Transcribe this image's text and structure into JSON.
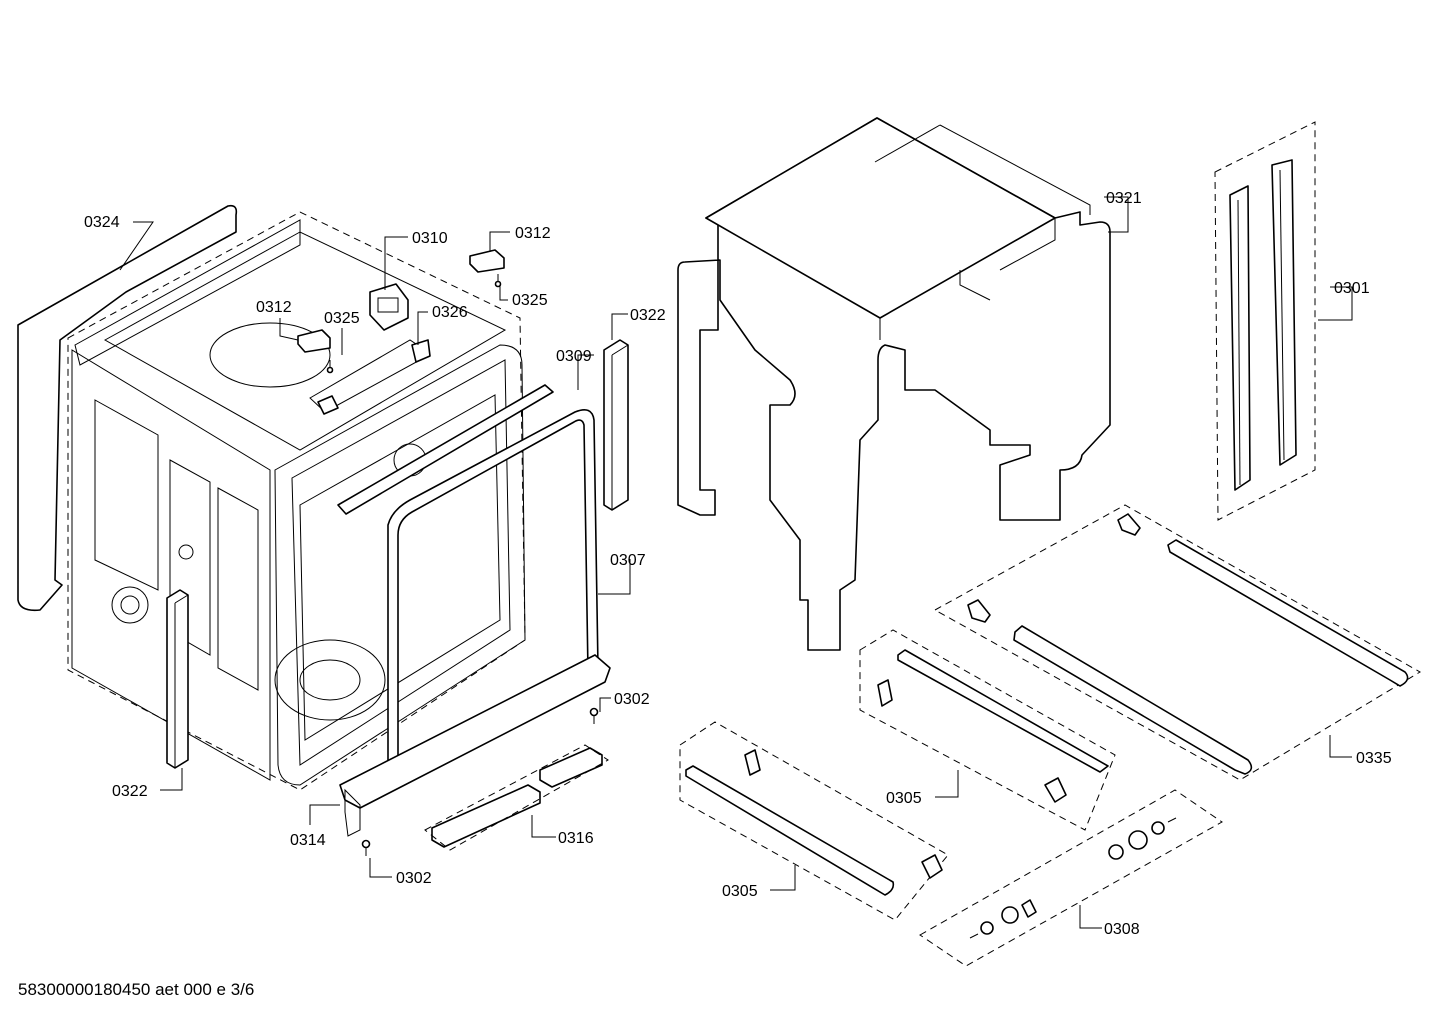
{
  "callouts": [
    {
      "id": "c0324a",
      "label": "0324"
    },
    {
      "id": "c0312a",
      "label": "0312"
    },
    {
      "id": "c0310",
      "label": "0310"
    },
    {
      "id": "c0325a",
      "label": "0325"
    },
    {
      "id": "c0312b",
      "label": "0312"
    },
    {
      "id": "c0325b",
      "label": "0325"
    },
    {
      "id": "c0326",
      "label": "0326"
    },
    {
      "id": "c0322a",
      "label": "0322"
    },
    {
      "id": "c0309",
      "label": "0309"
    },
    {
      "id": "c0307",
      "label": "0307"
    },
    {
      "id": "c0302a",
      "label": "0302"
    },
    {
      "id": "c0322b",
      "label": "0322"
    },
    {
      "id": "c0314",
      "label": "0314"
    },
    {
      "id": "c0316",
      "label": "0316"
    },
    {
      "id": "c0302b",
      "label": "0302"
    },
    {
      "id": "c0321",
      "label": "0321"
    },
    {
      "id": "c0301",
      "label": "0301"
    },
    {
      "id": "c0335",
      "label": "0335"
    },
    {
      "id": "c0305a",
      "label": "0305"
    },
    {
      "id": "c0305b",
      "label": "0305"
    },
    {
      "id": "c0308",
      "label": "0308"
    }
  ],
  "footer": {
    "doc_ref": "58300000180450 aet 000 e 3/6"
  }
}
